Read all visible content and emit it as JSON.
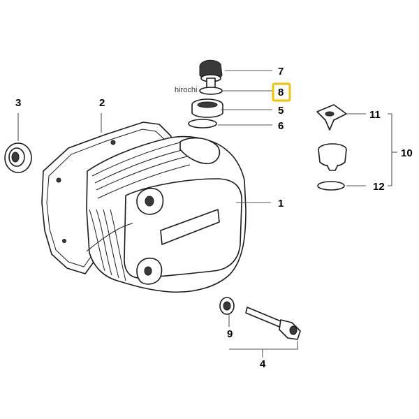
{
  "watermark": "hirochi",
  "highlight_color": "#f2c200",
  "callouts": [
    {
      "label": "1",
      "part": "cylinder-head-cover",
      "lead": [
        [
          338,
          290
        ],
        [
          388,
          290
        ]
      ],
      "text": [
        398,
        296
      ]
    },
    {
      "label": "2",
      "part": "cover-gasket",
      "lead": [
        [
          145,
          162
        ],
        [
          145,
          190
        ]
      ],
      "text": [
        142,
        152
      ]
    },
    {
      "label": "3",
      "part": "seal-washer",
      "lead": [
        [
          26,
          162
        ],
        [
          26,
          202
        ]
      ],
      "text": [
        22,
        152
      ]
    },
    {
      "label": "4",
      "part": "bolt-assembly",
      "lead": [
        [
          376,
          500
        ],
        [
          376,
          512
        ]
      ],
      "text": [
        372,
        526
      ]
    },
    {
      "label": "5",
      "part": "oil-filler-neck",
      "lead": [
        [
          316,
          157
        ],
        [
          390,
          157
        ]
      ],
      "text": [
        398,
        163
      ]
    },
    {
      "label": "6",
      "part": "filler-o-ring",
      "lead": [
        [
          312,
          179
        ],
        [
          390,
          179
        ]
      ],
      "text": [
        398,
        185
      ]
    },
    {
      "label": "7",
      "part": "filler-cap",
      "lead": [
        [
          322,
          101
        ],
        [
          390,
          101
        ]
      ],
      "text": [
        398,
        107
      ]
    },
    {
      "label": "8",
      "part": "cap-o-ring",
      "lead": [
        [
          318,
          130
        ],
        [
          390,
          130
        ]
      ],
      "text": [
        398,
        137
      ],
      "highlighted": true
    },
    {
      "label": "9",
      "part": "rubber-grommet",
      "lead": [
        [
          328,
          448
        ],
        [
          328,
          468
        ]
      ],
      "text": [
        325,
        483
      ]
    },
    {
      "label": "10",
      "part": "breather-valve-group",
      "lead": [
        [
          561,
          218
        ],
        [
          569,
          218
        ]
      ],
      "text": [
        574,
        224
      ]
    },
    {
      "label": "11",
      "part": "breather-cap",
      "lead": [
        [
          496,
          163
        ],
        [
          524,
          163
        ]
      ],
      "text": [
        529,
        169
      ]
    },
    {
      "label": "12",
      "part": "breather-o-ring",
      "lead": [
        [
          496,
          266
        ],
        [
          524,
          266
        ]
      ],
      "text": [
        534,
        272
      ]
    }
  ]
}
